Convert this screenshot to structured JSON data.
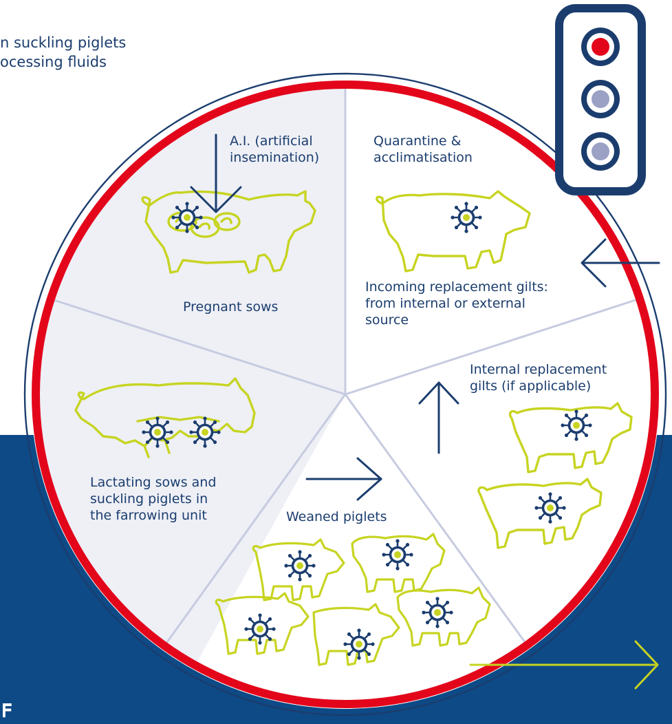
{
  "colors": {
    "navy": "#1b3d6e",
    "band": "#0d4a86",
    "ring_red": "#e3061b",
    "pig_lime": "#c7d421",
    "sector_shade": "#eef0f6",
    "divider": "#c7cbe0",
    "lamp_red": "#e3061b",
    "lamp_grey": "#9aa1c4"
  },
  "top_caption": [
    "n suckling piglets",
    "ocessing fluids"
  ],
  "sectors": {
    "pregnant": {
      "ai_label": [
        "A.I. (artificial",
        "insemination)"
      ],
      "label": "Pregnant sows"
    },
    "quarantine": {
      "label": [
        "Quarantine &",
        "acclimatisation"
      ],
      "incoming_label": [
        "Incoming replacement gilts:",
        "from internal or external",
        "source"
      ]
    },
    "internal": {
      "label": [
        "Internal replacement",
        "gilts (if applicable)"
      ]
    },
    "weaned": {
      "label": "Weaned piglets"
    },
    "lactating": {
      "label": [
        "Lactating sows and",
        "suckling piglets in",
        "the farrowing unit"
      ]
    }
  },
  "traffic_light": {
    "lamps": [
      "red",
      "grey",
      "grey"
    ],
    "icon": "traffic-light-icon"
  },
  "bottom_left_fragment": "F"
}
